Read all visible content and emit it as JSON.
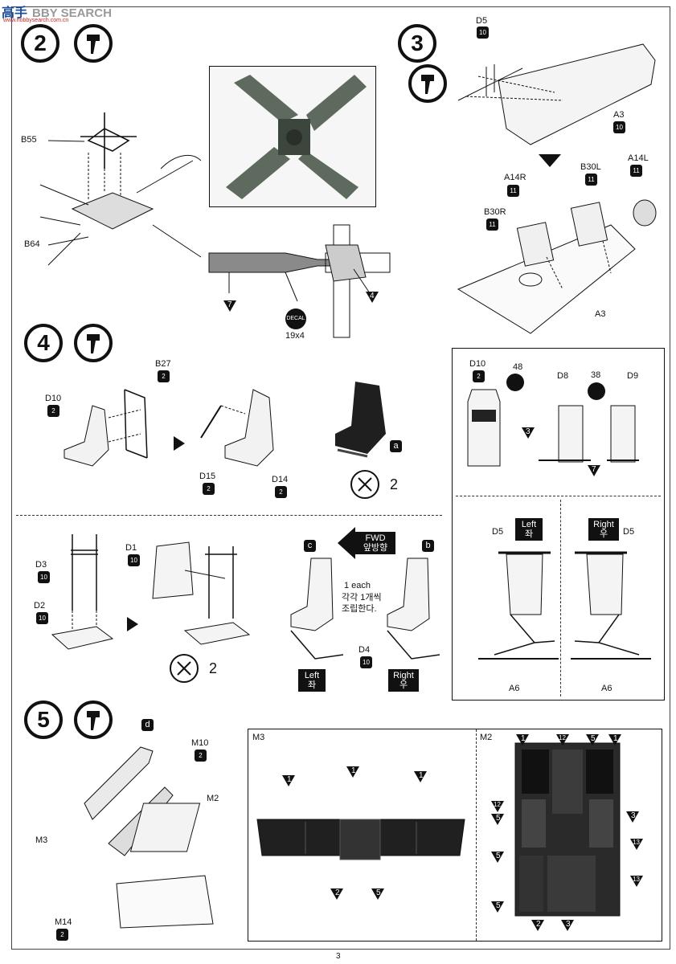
{
  "watermark": {
    "brand_cn": "高手",
    "brand_en": "BBY SEARCH",
    "url": "www.hobbysearch.com.cn"
  },
  "page_number": "3",
  "steps": [
    {
      "number": "2"
    },
    {
      "number": "3"
    },
    {
      "number": "4"
    },
    {
      "number": "5"
    }
  ],
  "step2": {
    "parts": [
      "B55",
      "B64"
    ],
    "color_callouts": [
      "7",
      "4"
    ],
    "decal": {
      "badge": "DECAL",
      "count": "19x4"
    }
  },
  "step3": {
    "parts": [
      "D5",
      "A3",
      "A14R",
      "B30L",
      "A14L",
      "B30R",
      "A3"
    ],
    "color_codes": [
      "10",
      "10",
      "11",
      "11",
      "11",
      "11"
    ]
  },
  "step4": {
    "parts": [
      "B27",
      "D10",
      "D15",
      "D14",
      "D3",
      "D2",
      "D1",
      "D4"
    ],
    "color_codes": [
      "2",
      "2",
      "2",
      "2",
      "10",
      "10",
      "10",
      "10"
    ],
    "multiplier_1": "2",
    "multiplier_2": "2",
    "subassemblies": [
      "a",
      "b",
      "c"
    ],
    "fwd": {
      "en": "FWD",
      "ko": "앞방향"
    },
    "note_en": "1 each",
    "note_ko_1": "각각 1개씩",
    "note_ko_2": "조립한다.",
    "left": {
      "en": "Left",
      "ko": "좌"
    },
    "right": {
      "en": "Right",
      "ko": "우"
    }
  },
  "detail_box": {
    "parts": [
      "D10",
      "D8",
      "D9",
      "D5",
      "D5",
      "A6",
      "A6"
    ],
    "decals": [
      "48",
      "38"
    ],
    "color_codes": [
      "2",
      "3",
      "7"
    ],
    "left": {
      "en": "Left",
      "ko": "좌"
    },
    "right": {
      "en": "Right",
      "ko": "우"
    }
  },
  "step5": {
    "parts": [
      "M10",
      "M2",
      "M3",
      "M14"
    ],
    "color_codes": [
      "2",
      "2"
    ],
    "subassembly": "d",
    "m3_panel": {
      "title": "M3",
      "callouts": [
        "1",
        "1",
        "1",
        "2",
        "5"
      ]
    },
    "m2_panel": {
      "title": "M2",
      "callouts": [
        "1",
        "12",
        "5",
        "1",
        "12",
        "5",
        "3",
        "13",
        "5",
        "13",
        "5",
        "2",
        "3"
      ]
    }
  }
}
